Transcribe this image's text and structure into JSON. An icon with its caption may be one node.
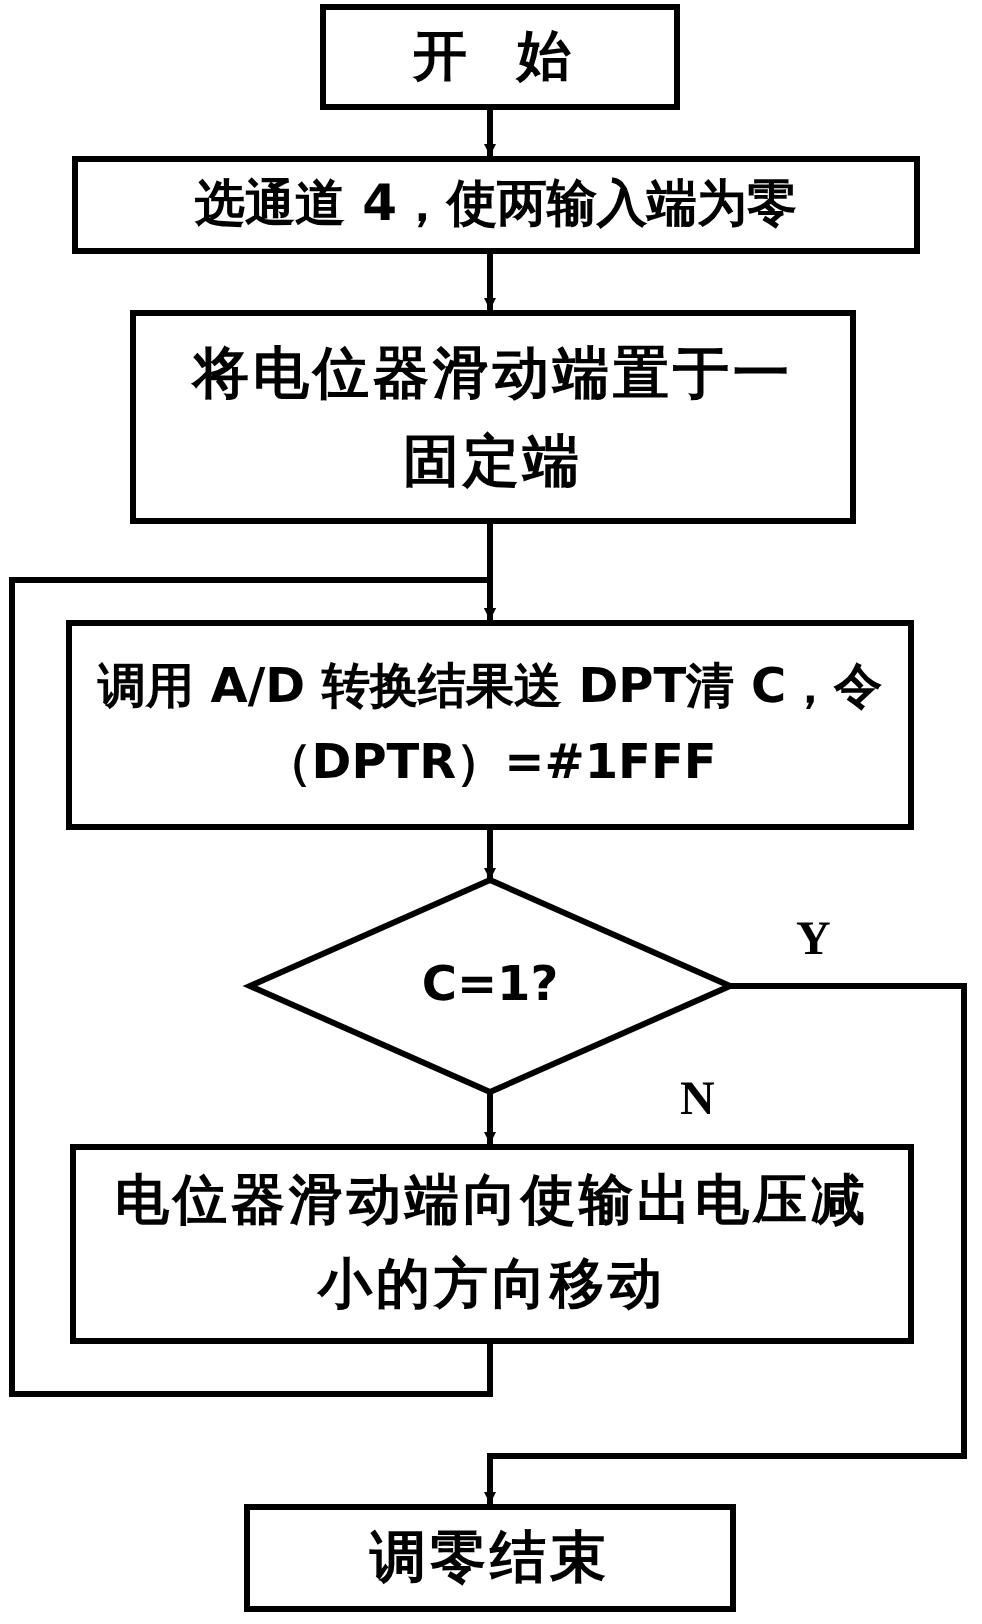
{
  "diagram": {
    "nodes": [
      {
        "text": [
          "开 始"
        ]
      },
      {
        "text": [
          "选通道 4，使两输入端为零"
        ]
      },
      {
        "text": [
          "将电位器滑动端置于一固定端"
        ]
      },
      {
        "text": [
          "调用 A/D 转换结果送 DPT清 C，令（DPTR）=#1FFF"
        ]
      },
      {
        "text": [
          "C=1?"
        ]
      },
      {
        "text": [
          "电位器滑动端向使输出电压减小的方向移动"
        ]
      },
      {
        "text": [
          "调零结束"
        ]
      }
    ],
    "edges": [
      {
        "from": 0,
        "to": 1,
        "arrow": "to"
      },
      {
        "from": 1,
        "to": 2,
        "arrow": "to"
      },
      {
        "from": 2,
        "to": 3,
        "arrow": "to"
      },
      {
        "from": 3,
        "to": 4,
        "arrow": "to"
      },
      {
        "from": 4,
        "to": 5,
        "arrow": "to",
        "label": "N"
      },
      {
        "from": 4,
        "to": 6,
        "arrow": "to",
        "label": "Y"
      },
      {
        "from": 5,
        "to": 3,
        "arrow": "to"
      }
    ]
  }
}
